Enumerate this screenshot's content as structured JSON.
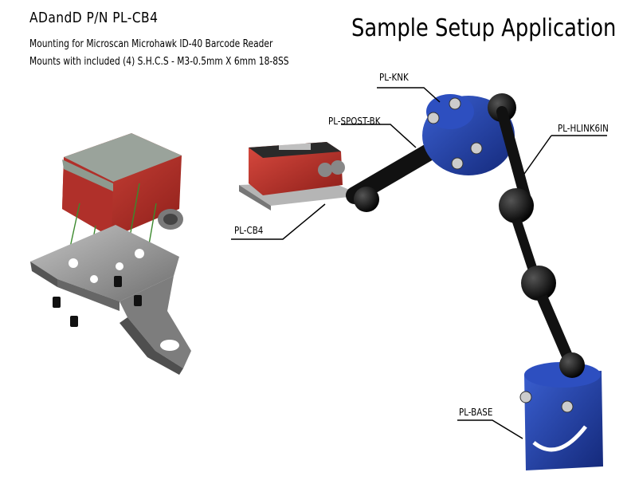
{
  "header": {
    "part_number": "ADandD P/N PL-CB4",
    "desc_line1": "Mounting for Microscan Microhawk ID-40 Barcode Reader",
    "desc_line2": "Mounts with included (4) S.H.C.S - M3-0.5mm X 6mm 18-8SS"
  },
  "setup_title": "Sample Setup Application",
  "labels": {
    "knk": "PL-KNK",
    "spost": "PL-SPOST-BK",
    "hlink": "PL-HLINK6IN",
    "cb4": "PL-CB4",
    "base": "PL-BASE"
  },
  "colors": {
    "blue": "#1f3fa8",
    "red": "#c0312b",
    "plate": "#8a8a8a",
    "black": "#111111"
  }
}
